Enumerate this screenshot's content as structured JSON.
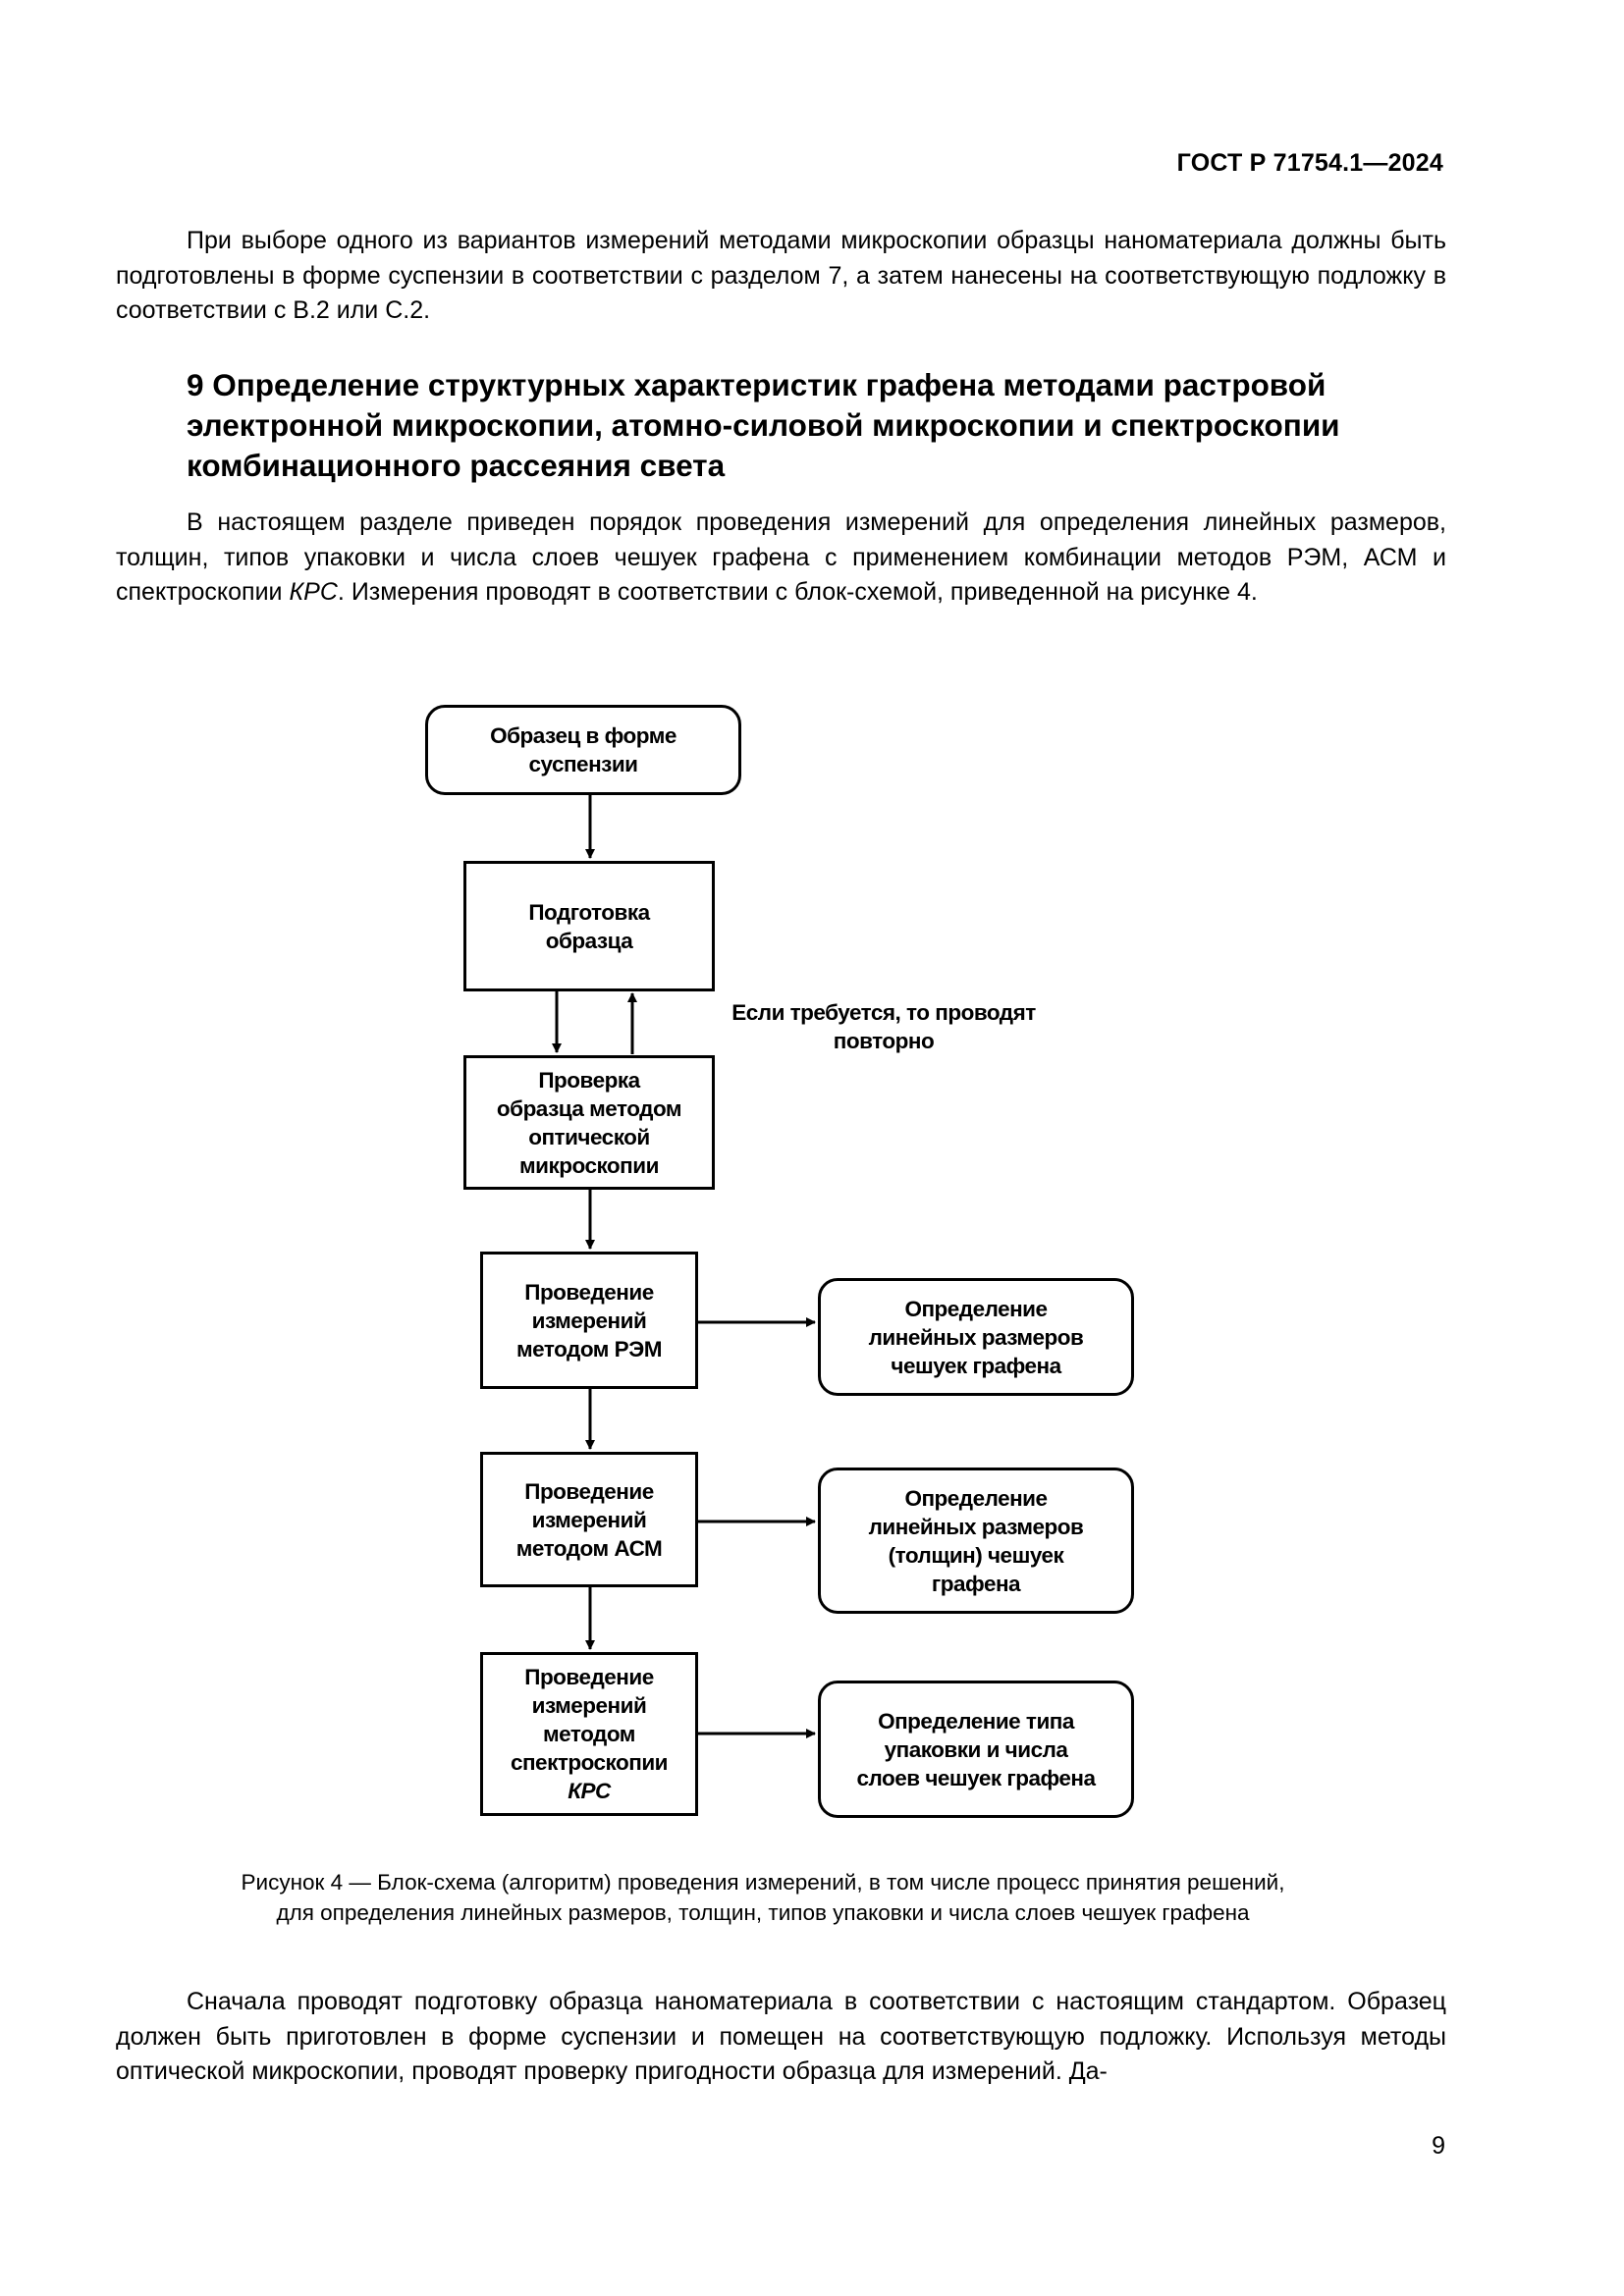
{
  "header": {
    "doc_id": "ГОСТ Р 71754.1—2024"
  },
  "intro_paragraph": "При выборе одного из вариантов измерений методами микроскопии образцы наноматериала должны быть подготовлены в форме суспензии в соответствии с разделом 7, а затем нанесены на соответствующую подложку в соответствии с B.2 или С.2.",
  "section": {
    "title": "9 Определение структурных характеристик графена методами растровой электронной микроскопии, атомно-силовой микроскопии и спектроскопии комбинационного рассеяния света",
    "para_before": "В настоящем разделе приведен порядок проведения измерений для определения линейных размеров, толщин, типов упаковки и числа слоев чешуек графена с применением комбинации методов РЭМ, АСМ и спектроскопии ",
    "para_italic": "КРС",
    "para_after": ". Измерения проводят в соответствии с блок-схемой, приведенной на рисунке 4."
  },
  "flowchart": {
    "sample": "Образец в форме\nсуспензии",
    "prep": "Подготовка\nобразца",
    "repeat_note": "Если требуется, то проводят\nповторно",
    "optical": "Проверка\nобразца методом\nоптической\nмикроскопии",
    "sem": "Проведение\nизмерений\nметодом РЭМ",
    "sem_result": "Определение\nлинейных размеров\nчешуек графена",
    "afm": "Проведение\nизмерений\nметодом АСМ",
    "afm_result": "Определение\nлинейных размеров\n(толщин) чешуек\nграфена",
    "raman": "Проведение\nизмерений\nметодом\nспектроскопии",
    "raman_italic": "КРС",
    "raman_result": "Определение типа\nупаковки и числа\nслоев чешуек графена"
  },
  "caption": {
    "line1": "Рисунок 4 — Блок-схема (алгоритм) проведения измерений, в том числе процесс принятия решений,",
    "line2": "для определения линейных размеров, толщин, типов упаковки и числа слоев чешуек графена"
  },
  "closing_paragraph": "Сначала проводят подготовку образца наноматериала в соответствии с настоящим стандартом. Образец должен быть приготовлен в форме суспензии и помещен на соответствующую подложку. Используя методы оптической микроскопии, проводят проверку пригодности образца для измерений. Да-",
  "page_number": "9"
}
